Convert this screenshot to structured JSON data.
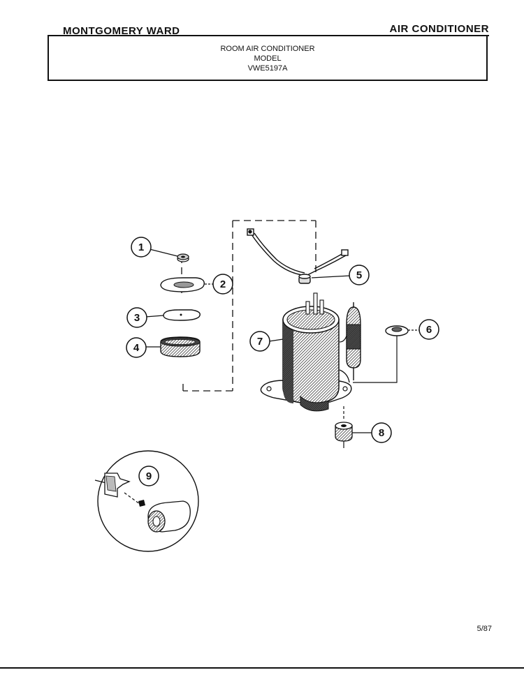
{
  "header": {
    "brand": "MONTGOMERY WARD",
    "category": "AIR CONDITIONER"
  },
  "title_block": {
    "line1": "ROOM AIR CONDITIONER",
    "line2": "MODEL",
    "line3": "VWE5197A"
  },
  "callouts": {
    "c1": "1",
    "c2": "2",
    "c3": "3",
    "c4": "4",
    "c5": "5",
    "c6": "6",
    "c7": "7",
    "c8": "8",
    "c9": "9"
  },
  "footer": {
    "page": "5/87"
  }
}
